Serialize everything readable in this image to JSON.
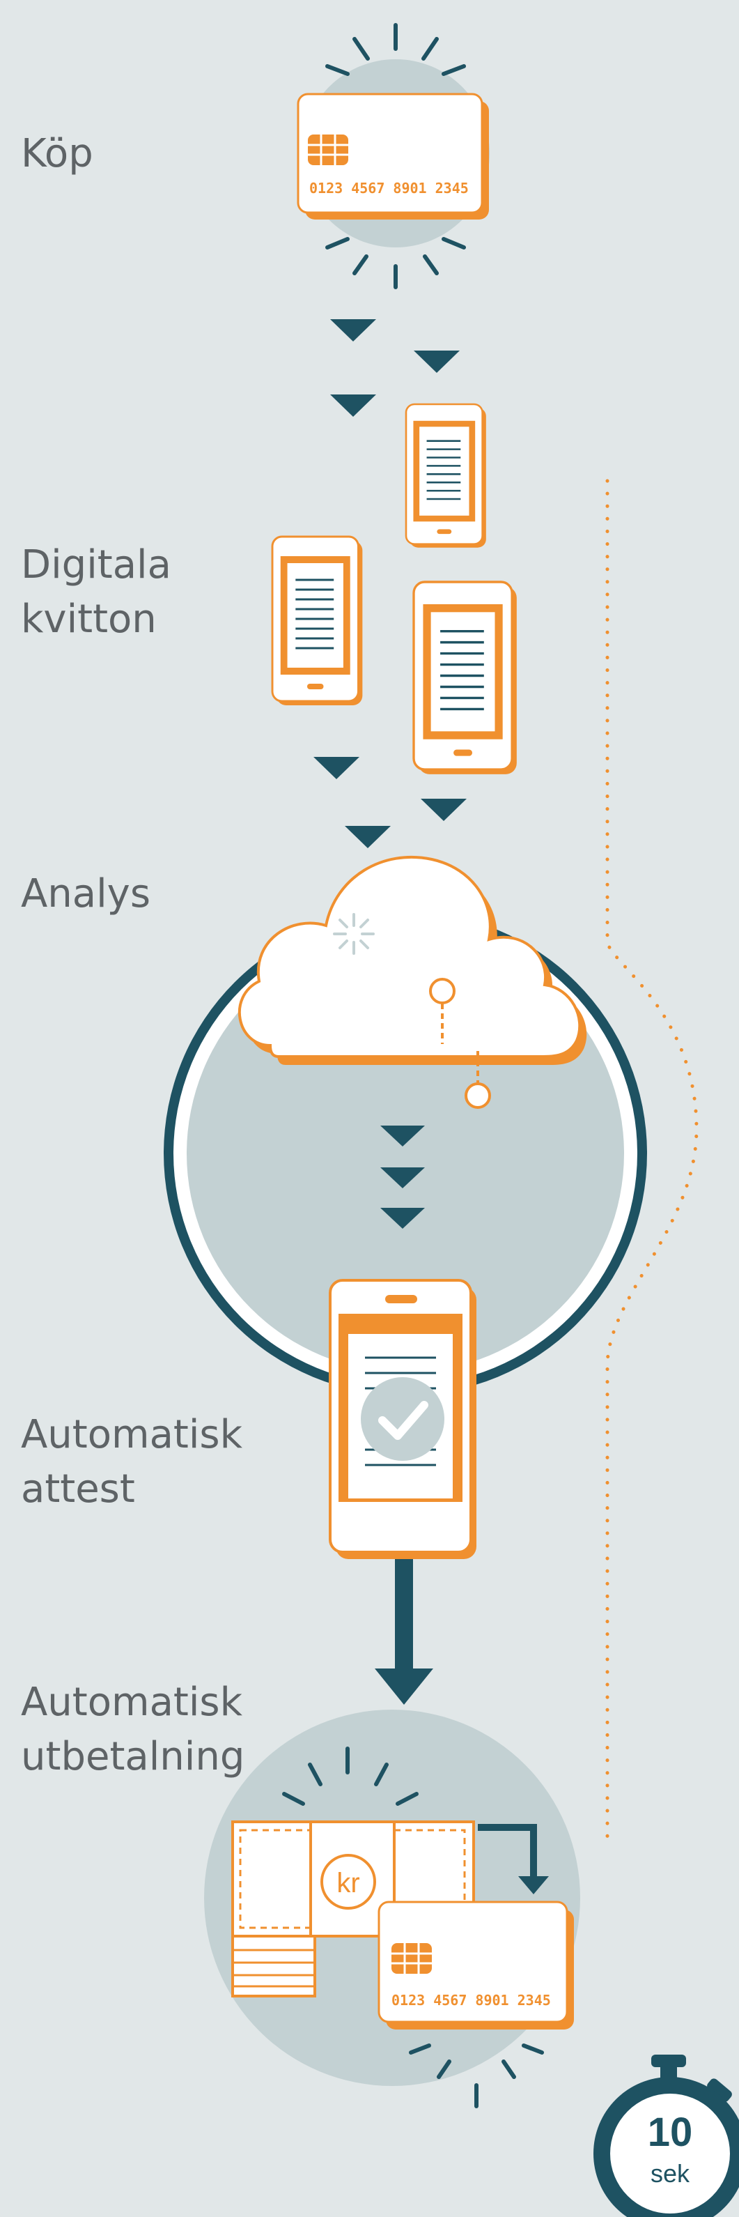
{
  "steps": {
    "kop": "Köp",
    "kvitton_line1": "Digitala",
    "kvitton_line2": "kvitton",
    "analys": "Analys",
    "attest_line1": "Automatisk",
    "attest_line2": "attest",
    "utbetalning_line1": "Automatisk",
    "utbetalning_line2": "utbetalning"
  },
  "card_number": "0123 4567 8901 2345",
  "currency_symbol": "kr",
  "timer": {
    "value": "10",
    "unit": "sek"
  },
  "colors": {
    "background": "#e1e7e8",
    "accent": "#f0902f",
    "dark": "#1e5262",
    "circle_fill": "#c3d1d3",
    "text": "#5e6366"
  }
}
